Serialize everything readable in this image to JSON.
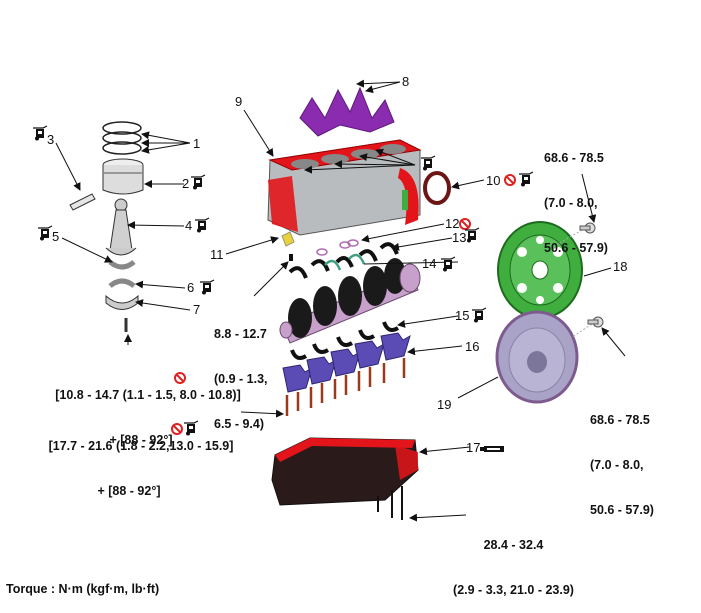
{
  "diagram": {
    "type": "exploded-view",
    "subject": "engine cylinder block assembly",
    "callouts": [
      {
        "number": "1",
        "icons": []
      },
      {
        "number": "2",
        "icons": [
          "oil-can-icon"
        ]
      },
      {
        "number": "3",
        "icons": [
          "oil-can-icon"
        ]
      },
      {
        "number": "4",
        "icons": [
          "oil-can-icon"
        ]
      },
      {
        "number": "5",
        "icons": [
          "oil-can-icon"
        ]
      },
      {
        "number": "6",
        "icons": [
          "oil-can-icon"
        ]
      },
      {
        "number": "7",
        "icons": []
      },
      {
        "number": "8",
        "icons": []
      },
      {
        "number": "9",
        "icons": []
      },
      {
        "number": "10",
        "icons": [
          "no-reuse-icon",
          "oil-can-icon"
        ]
      },
      {
        "number": "11",
        "icons": []
      },
      {
        "number": "12",
        "icons": [
          "no-reuse-icon"
        ]
      },
      {
        "number": "13",
        "icons": [
          "oil-can-icon"
        ]
      },
      {
        "number": "14",
        "icons": [
          "oil-can-icon"
        ]
      },
      {
        "number": "15",
        "icons": [
          "oil-can-icon"
        ]
      },
      {
        "number": "16",
        "icons": []
      },
      {
        "number": "17",
        "icons": [
          "sealant-tube-icon"
        ]
      },
      {
        "number": "18",
        "icons": []
      },
      {
        "number": "19",
        "icons": []
      }
    ],
    "torque_specs": {
      "conrod_bolt": {
        "line1": "[10.8 - 14.7 (1.1 - 1.5, 8.0 - 10.8)]",
        "line2": "+ [88 - 92°]"
      },
      "main_cap_bolt": {
        "line1": "[17.7 - 21.6 (1.8 - 2.2,13.0 - 15.9]",
        "line2": "+ [88 - 92°]"
      },
      "oil_jet_bolt": {
        "line1": "8.8 - 12.7",
        "line2": "(0.9 - 1.3,",
        "line3": "6.5 - 9.4)"
      },
      "drive_plate_bolt": {
        "line1": "68.6 - 78.5",
        "line2": "(7.0 - 8.0,",
        "line3": "50.6 - 57.9)"
      },
      "flywheel_bolt": {
        "line1": "68.6 - 78.5",
        "line2": "(7.0 - 8.0,",
        "line3": "50.6 - 57.9)"
      },
      "oil_pan_bolt": {
        "line1": "28.4 - 32.4",
        "line2": "(2.9 - 3.3, 21.0 - 23.9)"
      }
    },
    "footer": "Torque : N·m (kgf·m, lb·ft)",
    "colors": {
      "block_red": "#e3151b",
      "block_gray": "#b9bcbf",
      "jacket_purple": "#8a2bb0",
      "crank_pink": "#c8a0cc",
      "crank_black": "#1a1a1a",
      "cap_blue": "#5a4bb5",
      "drive_plate_green": "#3fae3f",
      "flywheel_lilac": "#a9a3c8",
      "no_reuse_red": "#e02020",
      "bolt_brown": "#9a3a1a"
    }
  }
}
